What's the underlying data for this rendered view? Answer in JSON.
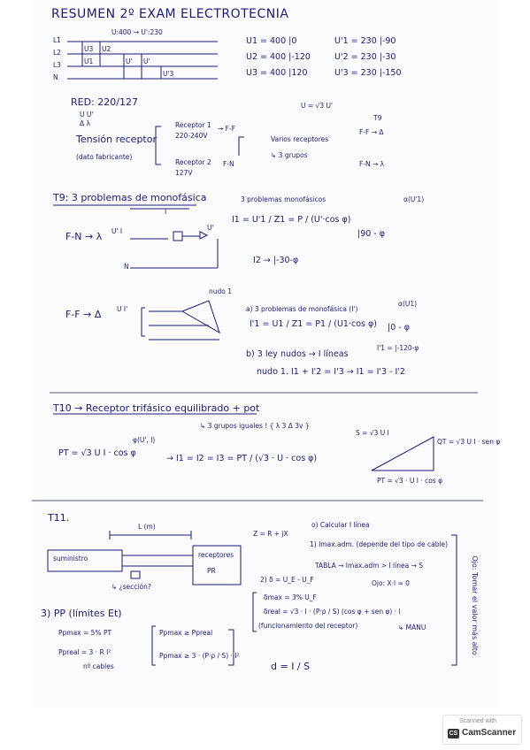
{
  "title": "RESUMEN 2º EXAM ELECTROTECNIA",
  "section1": {
    "voltage_header": "U:400 → U':230",
    "line_labels": [
      "L1",
      "L2",
      "L3",
      "N"
    ],
    "phasor_labels": [
      "U3",
      "U2",
      "U1",
      "U'",
      "U'",
      "U'3"
    ],
    "line_voltages": [
      "U1 = 400 |0",
      "U2 = 400 |-120",
      "U3 = 400 |120"
    ],
    "phase_voltages": [
      "U'1 = 230 |-90",
      "U'2 = 230 |-30",
      "U'3 = 230 |-150"
    ],
    "relation": "U = √3 U'"
  },
  "section2": {
    "red": "RED: 220/127",
    "red_sub": "U    U'",
    "red_sub2": "Δ    λ",
    "tension_label": "Tensión receptor",
    "tension_sub": "(dato fabricante)",
    "receptor1": "Receptor 1",
    "receptor1_v": "220-240V",
    "receptor1_conn": "→ F-F",
    "receptor2": "Receptor 2",
    "receptor2_v": "127V",
    "receptor2_conn": "F-N",
    "varios": "Varios receptores",
    "grupos": "↳ 3 grupos",
    "t9": "T9",
    "ff_delta": "F-F → Δ",
    "fn_lambda": "F-N → λ"
  },
  "section3": {
    "heading": "T9: 3 problemas de monofásica",
    "fn_label": "F-N → λ",
    "fn_sub": "U' I",
    "node_i": "I",
    "node_u": "U'",
    "node_n": "N",
    "prob_title": "3 problemas monofásicos",
    "formula_i1": "I1 = U'1 / Z1 = P / (U'·cos φ)",
    "formula_angle": "|90 - φ",
    "alpha": "α(U'1)",
    "i2": "I2 → |-30-φ"
  },
  "section4": {
    "ff_label": "F-F → Δ",
    "ff_sub": "U   I'",
    "nudo": "nudo 1",
    "a": "a) 3 problemas de monofásica (I')",
    "a_alpha": "α(U1)",
    "a_formula": "I'1 = U1 / Z1 = P1 / (U1·cos φ)",
    "a_angle": "|0 - φ",
    "i1prime": "I'1 = |-120-φ",
    "b": "b) 3 ley nudos → I líneas",
    "b_formula": "nudo 1. I1 + I'2 = I'3 → I1 = I'3 - I'2"
  },
  "section5": {
    "heading": "T10 → Receptor trifásico equilibrado + pot",
    "sub": "↳ 3 grupos iguales ! { λ 3  Δ 3v }",
    "pt": "PT = √3 U I · cos φ",
    "phi": "φ(U', I)",
    "currents": "→ I1 = I2 = I3 = PT / (√3 · U · cos φ)",
    "triangle_s": "S = √3 U I",
    "triangle_q": "QT = √3 U I · sen φ",
    "triangle_p": "PT = √3 · U I · cos φ"
  },
  "section6": {
    "heading": "T11.",
    "length": "L (m)",
    "suministro": "suministro",
    "receptores": "receptores",
    "pr": "PR",
    "sec": "↳ ¿sección?",
    "z": "Z = R + jX",
    "o": "o) Calcular I línea",
    "one": "1) Imax.adm. (depende del tipo de cable)",
    "tabla": "TABLA → Imax.adm > I línea → S",
    "two": "2) δ = U_E - U_F",
    "delta_max": "δmax = 3% U_F",
    "delta_real": "δreal = √3 · I · (P·ρ / S) (cos φ + sen φ) · l",
    "func": "(funcionamiento del receptor)",
    "ojo": "Ojo: X·l ≈ 0",
    "manu": "↳ MANU",
    "three": "3) PP (límites Et)",
    "ppmax": "Ppmax = 5% PT",
    "ppmax2": "Ppmax ≥ Ppreal",
    "ppreal": "Ppreal = 3 · R I²",
    "ncables": "nº cables",
    "ppmax3": "Ppmax ≥ 3 · (P·ρ / S) · I²",
    "d": "d = I / S",
    "side_note": "Ojo: Tomar el valor más alto"
  },
  "scanner": {
    "top": "Scanned with",
    "name": "CamScanner",
    "logo": "CS"
  }
}
